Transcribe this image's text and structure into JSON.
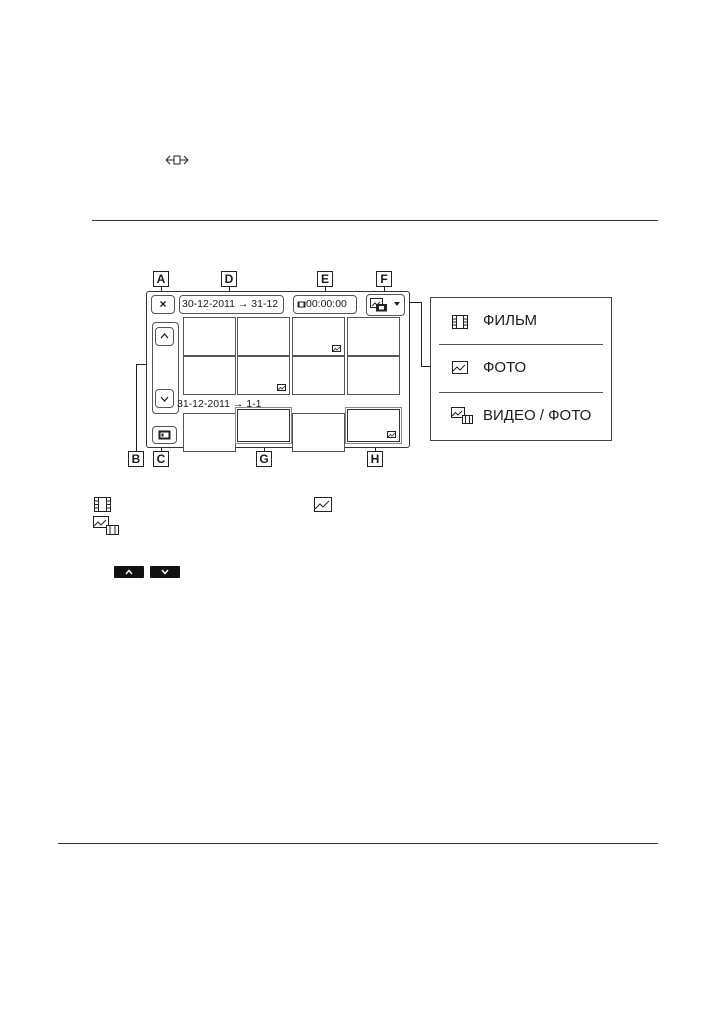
{
  "screen": {
    "date_range_1": "30-12-2011 → 31-12",
    "date_range_2": "31-12-2011 → 1-1",
    "time_counter": "00:00:00",
    "close_symbol": "×"
  },
  "markers": {
    "a": "A",
    "b": "B",
    "c": "C",
    "d": "D",
    "e": "E",
    "f": "F",
    "g": "G",
    "h": "H"
  },
  "menu": {
    "items": [
      {
        "label": "ФИЛЬМ",
        "icon": "film-icon"
      },
      {
        "label": "ФОТО",
        "icon": "photo-icon"
      },
      {
        "label": "ВИДЕО / ФОТО",
        "icon": "video-photo-icon"
      }
    ]
  }
}
